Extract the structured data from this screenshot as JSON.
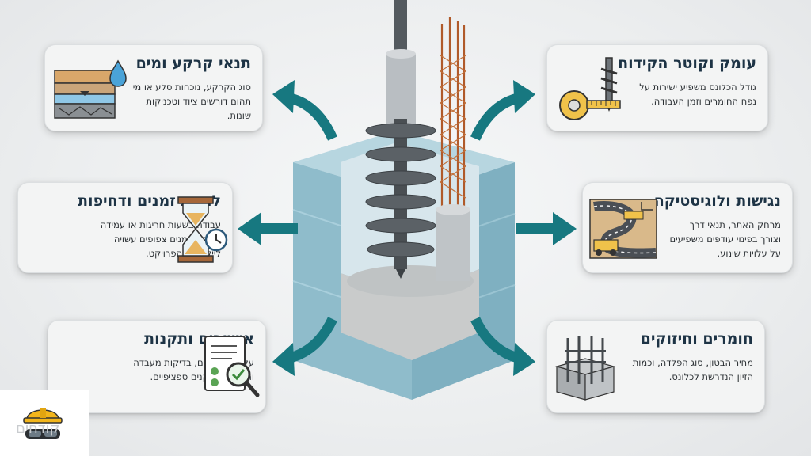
{
  "cards": [
    {
      "title": "תנאי קרקע ומים",
      "text": [
        "סוג הקרקע, נוכחות סלע או מי",
        "תהום דורשים ציוד וטכניקות",
        "שונות."
      ],
      "icon": "soil-water-icon"
    },
    {
      "title": "עומק וקוטר הקידוח",
      "text": [
        "גודל הכלונס משפיע ישירות על",
        "נפח החומרים וזמן העבודה."
      ],
      "icon": "drill-measure-icon"
    },
    {
      "title": "לוחות זמנים ודחיפות",
      "text": [
        "עבודה בשעות חריגות או עמידה",
        "בלוחות זמנים צפופים עשויה",
        "לייקר את הפרויקט."
      ],
      "icon": "hourglass-clock-icon"
    },
    {
      "title": "נגישות ולוגיסטיקה",
      "text": [
        "מרחק האתר, תנאי דרך",
        "וצורך בפינוי עודפים משפיעים",
        "על עלויות שינוע."
      ],
      "icon": "road-truck-icon"
    },
    {
      "title": "אישורים ותקנות",
      "text": [
        "עלויות אישורים, בדיקות מעבדה",
        "ותאימות לתקנים ספציפיים."
      ],
      "icon": "document-check-icon"
    },
    {
      "title": "חומרים וחיזוקים",
      "text": [
        "מחיר הבטון, סוג הפלדה, וכמות",
        "הזיון הנדרשת לכלונס."
      ],
      "icon": "rebar-concrete-icon"
    }
  ],
  "watermark": "קודחים",
  "colors": {
    "arrow": "#177880",
    "title": "#1d3345",
    "concrete": "#9fc6d4"
  }
}
